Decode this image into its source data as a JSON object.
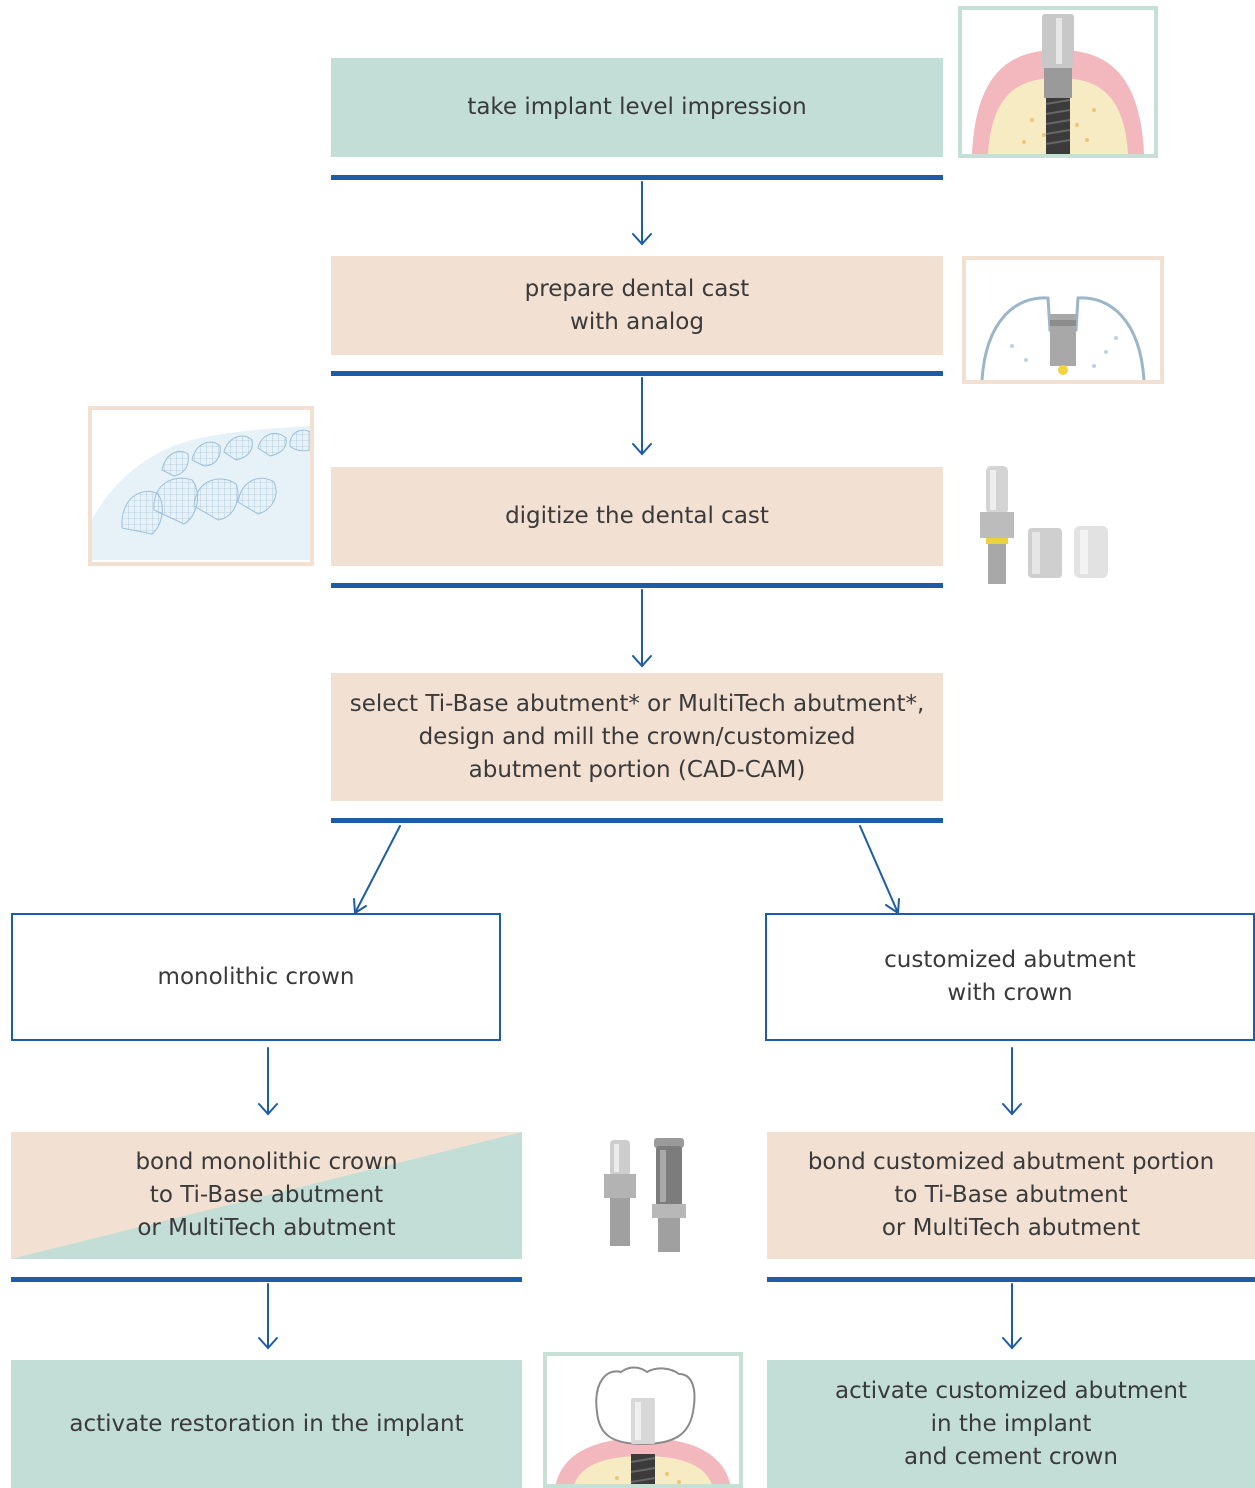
{
  "steps": {
    "impression": {
      "lines": [
        "take implant level impression"
      ]
    },
    "cast": {
      "lines": [
        "prepare dental cast",
        "with analog"
      ]
    },
    "digitize": {
      "lines": [
        "digitize the dental cast"
      ]
    },
    "select": {
      "lines": [
        "select Ti-Base abutment* or MultiTech abutment*,",
        "design and mill the crown/customized",
        "abutment portion (CAD-CAM)"
      ]
    },
    "monolithic": {
      "lines": [
        "monolithic crown"
      ]
    },
    "customized": {
      "lines": [
        "customized abutment",
        "with crown"
      ]
    },
    "bond_crown": {
      "lines": [
        "bond monolithic crown",
        "to Ti-Base abutment",
        "or MultiTech abutment"
      ]
    },
    "bond_abutment": {
      "lines": [
        "bond customized abutment portion",
        "to Ti-Base abutment",
        "or MultiTech abutment"
      ]
    },
    "activate_restoration": {
      "lines": [
        "activate restoration in the implant"
      ]
    },
    "activate_abutment": {
      "lines": [
        "activate customized abutment",
        "in the implant",
        "and cement crown"
      ]
    }
  },
  "illustrations": {
    "impression_post": "impression-post-icon",
    "cast_analog": "dental-cast-analog-icon",
    "scan_mesh": "digitized-teeth-mesh-icon",
    "abutment_set": "ti-base-abutment-set-icon",
    "abutment_pair": "abutment-pair-icon",
    "crown_implant": "crown-on-implant-icon"
  },
  "colors": {
    "green": "#c3ded6",
    "peach": "#f2e0d2",
    "blue": "#1d5ca6",
    "text": "#3a3a3a"
  }
}
